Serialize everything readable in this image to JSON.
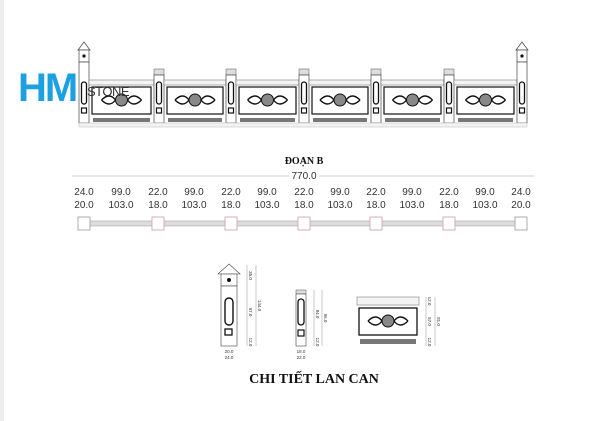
{
  "logo": {
    "main": "HM",
    "sub": "STONE",
    "color": "#1ba0e2"
  },
  "plan": {
    "title": "ĐOẠN B",
    "total": "770.0",
    "top_row": [
      "24.0",
      "99.0",
      "22.0",
      "99.0",
      "22.0",
      "99.0",
      "22.0",
      "99.0",
      "22.0",
      "99.0",
      "22.0",
      "99.0",
      "24.0"
    ],
    "bottom_row": [
      "20.0",
      "103.0",
      "18.0",
      "103.0",
      "18.0",
      "103.0",
      "18.0",
      "103.0",
      "18.0",
      "103.0",
      "18.0",
      "103.0",
      "20.0"
    ]
  },
  "details": {
    "title": "CHI TIẾT LAN CAN",
    "main_post": {
      "heights": [
        "35.0",
        "97.0",
        "12.0"
      ],
      "total": "144.0",
      "widths": [
        "20.0",
        "24.0"
      ]
    },
    "small_post": {
      "heights": [
        "84.0",
        "12.0"
      ],
      "total": "96.0",
      "widths": [
        "18.0",
        "22.0"
      ]
    },
    "panel": {
      "heights": [
        "12.0",
        "57.0",
        "12.0"
      ],
      "total": "81.0"
    }
  }
}
